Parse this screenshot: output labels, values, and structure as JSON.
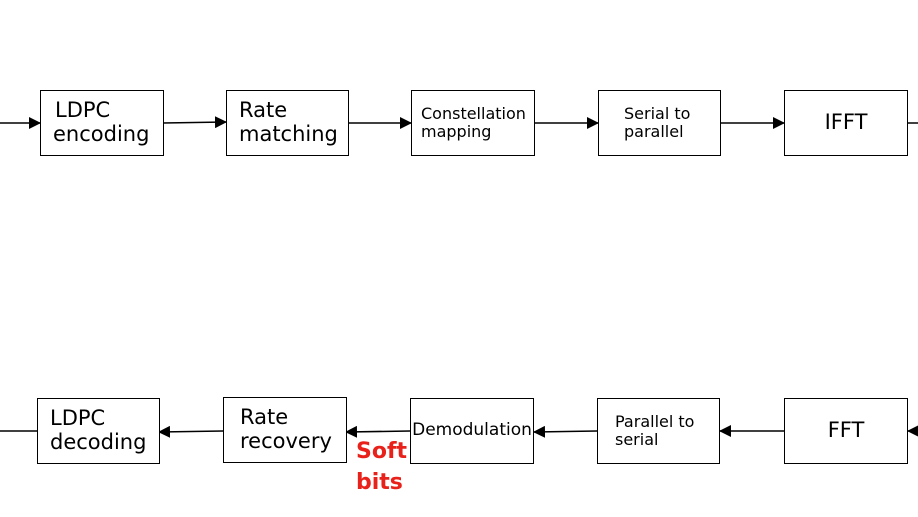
{
  "tx_chain": {
    "ldpc_encoding": [
      "LDPC",
      "encoding"
    ],
    "rate_matching": [
      "Rate",
      "matching"
    ],
    "constellation_mapping": [
      "Constellation",
      "mapping"
    ],
    "serial_to_parallel": [
      "Serial to",
      "parallel"
    ],
    "ifft": "IFFT"
  },
  "rx_chain": {
    "ldpc_decoding": [
      "LDPC",
      "decoding"
    ],
    "rate_recovery": [
      "Rate",
      "recovery"
    ],
    "demodulation": "Demodulation",
    "parallel_to_serial": [
      "Parallel to",
      "serial"
    ],
    "fft": "FFT"
  },
  "soft_bits": [
    "Soft",
    "bits"
  ],
  "colors": {
    "line": "#000000",
    "soft_bits": "#e8221b"
  }
}
